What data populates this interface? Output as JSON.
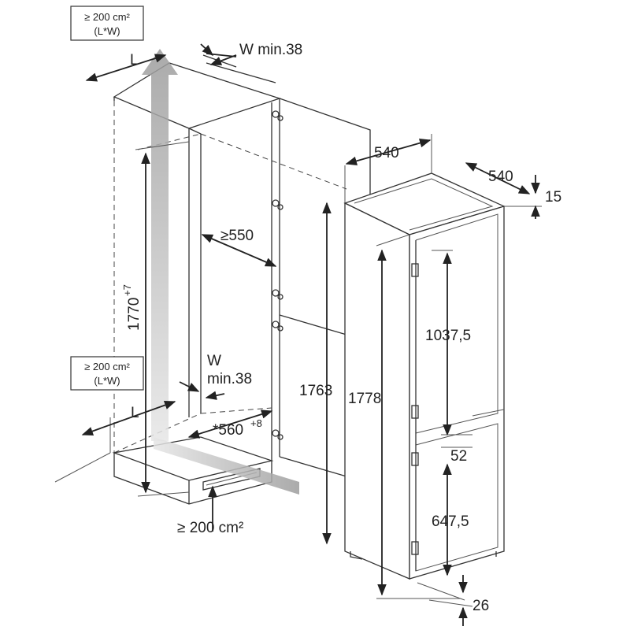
{
  "labels": {
    "area_top_line1": "≥ 200 cm²",
    "area_top_line2": "(L*W)",
    "length_top": "L",
    "gap_top": "W min.38",
    "niche_height": "1770",
    "niche_height_tol": "+7",
    "niche_depth": "≥550",
    "area_bottom_line1": "≥ 200 cm²",
    "area_bottom_line2": "(L*W)",
    "gap_bottom_w": "W",
    "gap_bottom_min": "min.38",
    "length_bottom": "L",
    "niche_width": "*560",
    "niche_width_tol": "+8",
    "area_plinth": "≥ 200 cm²",
    "appliance_width": "540",
    "appliance_depth": "540",
    "top_offset": "15",
    "door_height_left": "1763",
    "appliance_height": "1778",
    "upper_door": "1037,5",
    "gap_doors": "52",
    "lower_door": "647,5",
    "bottom_offset": "26"
  },
  "colors": {
    "line": "#333333",
    "airflow_arrow": "#b5b5b5"
  }
}
